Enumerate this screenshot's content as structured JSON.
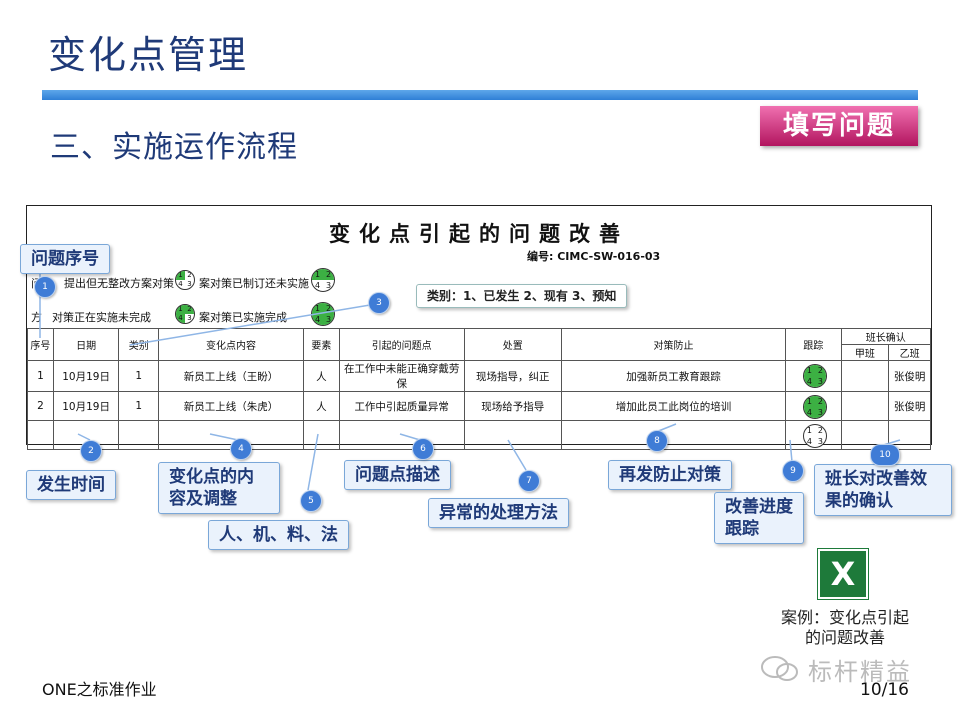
{
  "slide": {
    "title": "变化点管理",
    "subtitle": "三、实施运作流程",
    "fill_button": "填写问题",
    "footer_left": "ONE之标准作业",
    "page_number": "10/16",
    "watermark": "标杆精益",
    "excel_caption_1": "案例：变化点引起",
    "excel_caption_2": "的问题改善"
  },
  "form": {
    "title": "变化点引起的问题改善",
    "code": "编号: CIMC-SW-016-03",
    "legend": {
      "l1": "问",
      "l2": "提出但无整改方案对策",
      "l3": "案对策已制订还未实施",
      "l4": "方",
      "l5": "对策正在实施未完成",
      "l6": "案对策已实施完成"
    },
    "headers": {
      "seq": "序号",
      "date": "日期",
      "category": "类别",
      "change": "变化点内容",
      "element": "要素",
      "problem": "引起的问题点",
      "handling": "处置",
      "prevention": "对策防止",
      "tracking": "跟踪",
      "confirm": "班长确认",
      "shift_a": "甲班",
      "shift_b": "乙班"
    },
    "rows": [
      {
        "seq": "1",
        "date": "10月19日",
        "category": "1",
        "change": "新员工上线（王盼）",
        "element": "人",
        "problem": "在工作中未能正确穿戴劳保",
        "handling": "现场指导，纠正",
        "prevention": "加强新员工教育跟踪",
        "shift_a": "",
        "shift_b": "张俊明"
      },
      {
        "seq": "2",
        "date": "10月19日",
        "category": "1",
        "change": "新员工上线（朱虎）",
        "element": "人",
        "problem": "工作中引起质量异常",
        "handling": "现场给予指导",
        "prevention": "增加此员工此岗位的培训",
        "shift_a": "",
        "shift_b": "张俊明"
      }
    ]
  },
  "callouts": {
    "seq": "问题序号",
    "category": "类别：1、已发生 2、现有 3、预知",
    "date": "发生时间",
    "change": "变化点的内容及调整",
    "element": "人、机、料、法",
    "problem": "问题点描述",
    "handling": "异常的处理方法",
    "prevention": "再发防止对策",
    "tracking": "改善进度跟踪",
    "confirm": "班长对改善效果的确认"
  },
  "markers": [
    "1",
    "2",
    "3",
    "4",
    "5",
    "6",
    "7",
    "8",
    "9",
    "10"
  ],
  "wheel_labels": [
    "1",
    "2",
    "4",
    "3"
  ],
  "colors": {
    "title": "#1f3a78",
    "bar": "#3b8de0",
    "button": "#c81e78",
    "wheel_green": "#3cb043",
    "marker": "#3f7cd6"
  },
  "icons": {
    "excel": "excel-file-icon",
    "wechat": "wechat-icon"
  }
}
